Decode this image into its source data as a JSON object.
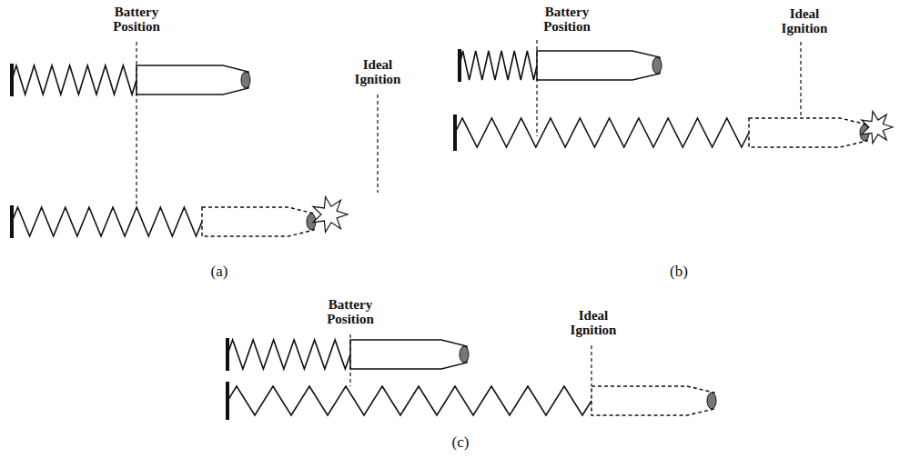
{
  "diagram": {
    "labels": [
      "Battery Position",
      "Ideal Ignition",
      "(a)",
      "Battery Position",
      "Ideal Ignition",
      "(b)",
      "Battery Position",
      "Ideal Ignition",
      "(c)"
    ]
  }
}
